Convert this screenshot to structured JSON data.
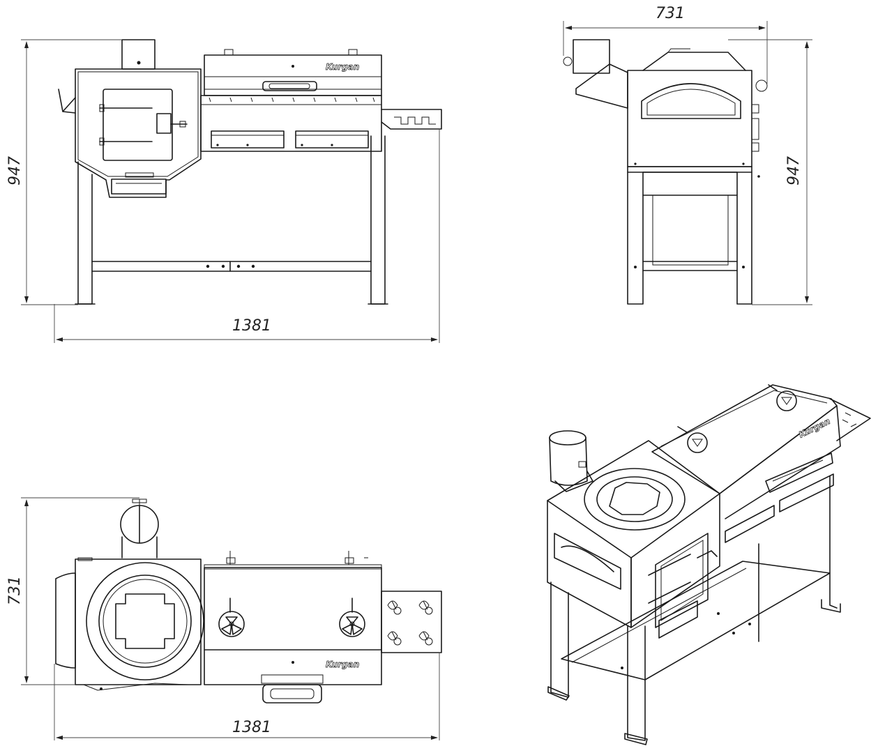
{
  "brand": {
    "logo_text": "Kurgan"
  },
  "dimensions": {
    "front_width": "1381",
    "front_height": "947",
    "side_depth": "731",
    "side_height": "947",
    "top_width": "1381",
    "top_depth": "731"
  },
  "colors": {
    "line": "#1a1a1a",
    "background": "#ffffff"
  }
}
